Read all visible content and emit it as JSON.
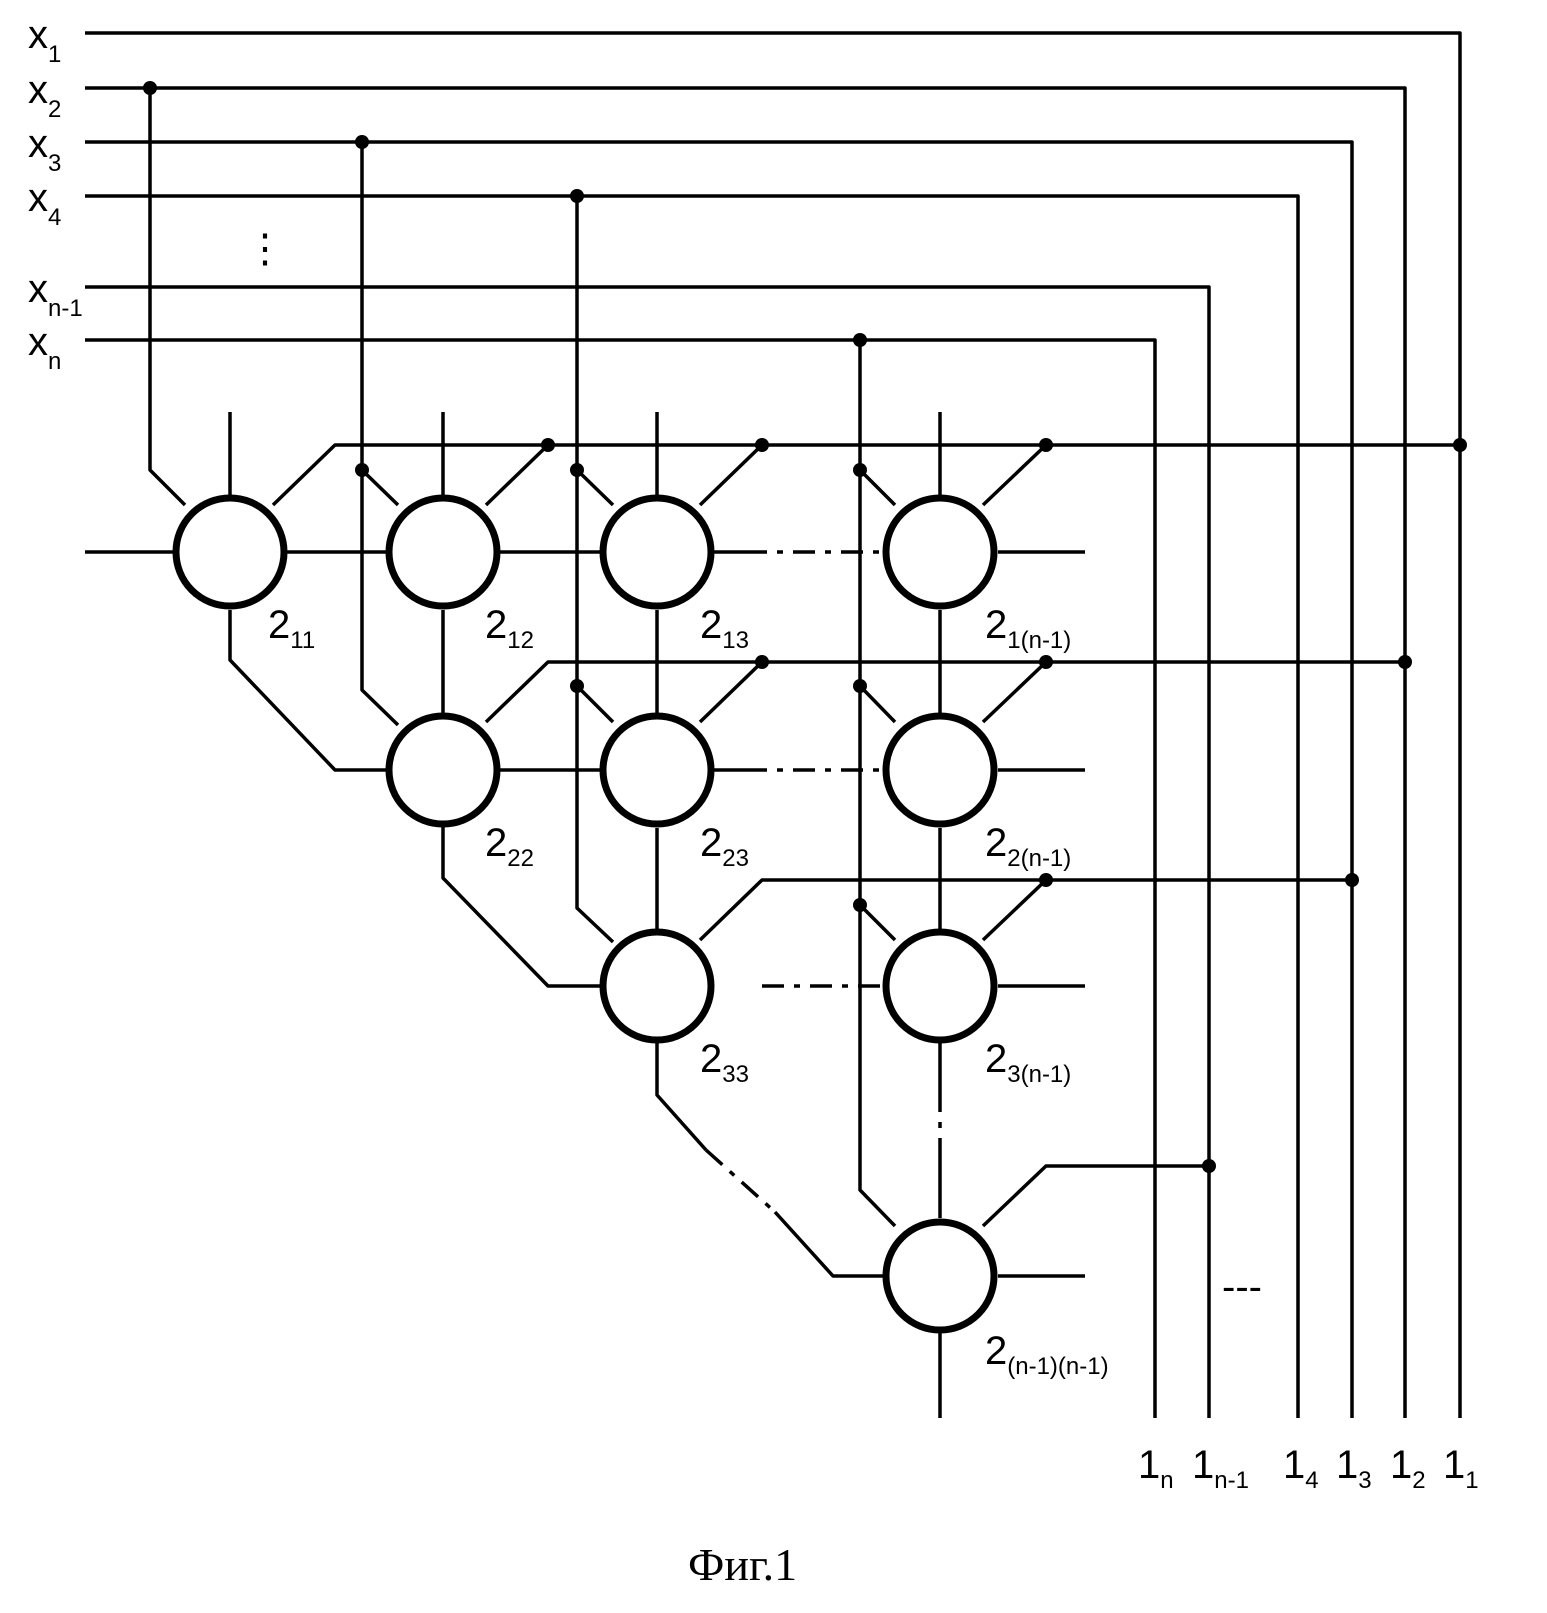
{
  "inputs": [
    {
      "base": "x",
      "sub": "1"
    },
    {
      "base": "x",
      "sub": "2"
    },
    {
      "base": "x",
      "sub": "3"
    },
    {
      "base": "x",
      "sub": "4"
    },
    {
      "base": "x",
      "sub": "n-1"
    },
    {
      "base": "x",
      "sub": "n"
    }
  ],
  "input_ellipsis": "⋮",
  "nodes": [
    {
      "base": "2",
      "sub": "11"
    },
    {
      "base": "2",
      "sub": "12"
    },
    {
      "base": "2",
      "sub": "13"
    },
    {
      "base": "2",
      "sub": "1(n-1)"
    },
    {
      "base": "2",
      "sub": "22"
    },
    {
      "base": "2",
      "sub": "23"
    },
    {
      "base": "2",
      "sub": "2(n-1)"
    },
    {
      "base": "2",
      "sub": "33"
    },
    {
      "base": "2",
      "sub": "3(n-1)"
    },
    {
      "base": "2",
      "sub": "(n-1)(n-1)"
    }
  ],
  "outputs": [
    {
      "base": "1",
      "sub": "n"
    },
    {
      "base": "1",
      "sub": "n-1"
    },
    {
      "base": "1",
      "sub": "4"
    },
    {
      "base": "1",
      "sub": "3"
    },
    {
      "base": "1",
      "sub": "2"
    },
    {
      "base": "1",
      "sub": "1"
    }
  ],
  "output_ellipsis": "---",
  "caption": "Фиг.1"
}
